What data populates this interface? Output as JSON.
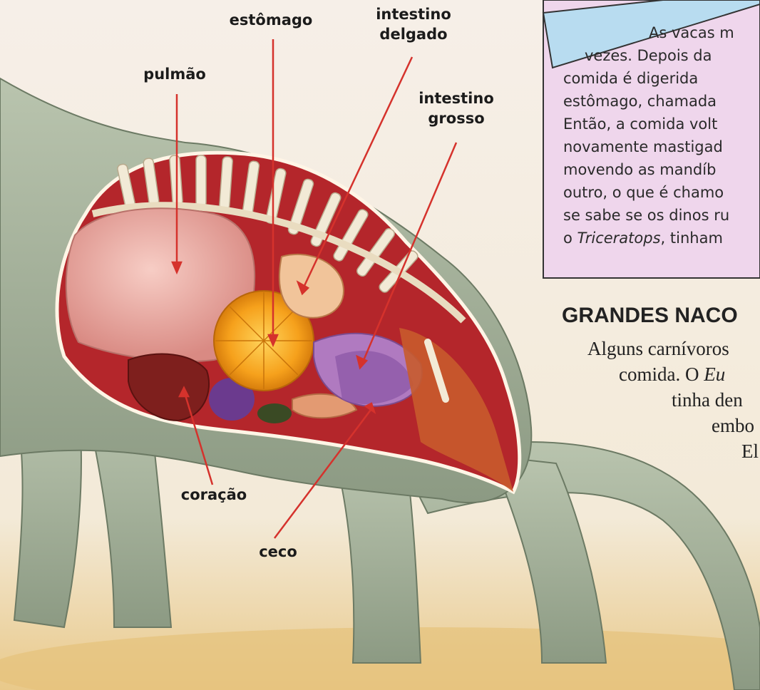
{
  "labels": {
    "estomago": "estômago",
    "intestino_delgado_1": "intestino",
    "intestino_delgado_2": "delgado",
    "pulmao": "pulmão",
    "intestino_grosso_1": "intestino",
    "intestino_grosso_2": "grosso",
    "coracao": "coração",
    "ceco": "ceco"
  },
  "info_box": {
    "lines": [
      "As vacas m",
      "vezes. Depois da",
      "comida é digerida",
      "estômago, chamada",
      "Então, a comida volt",
      "novamente mastigad",
      "movendo as mandíb",
      "outro, o que é chamo",
      "se sabe se os dinos ru",
      "o ",
      "Triceratops",
      ", tinham"
    ]
  },
  "section": {
    "heading": "GRANDES NACO",
    "lines": [
      "Alguns carnívoros",
      "comida. O ",
      "Eu",
      "tinha den",
      "embo",
      "El"
    ]
  },
  "colors": {
    "skin": "#9aa88f",
    "flesh": "#b4262b",
    "lung": "#e8a29a",
    "stomach": "#f4a21c",
    "info_box_bg": "#efd6ec",
    "triangle": "#b8dcf0"
  }
}
